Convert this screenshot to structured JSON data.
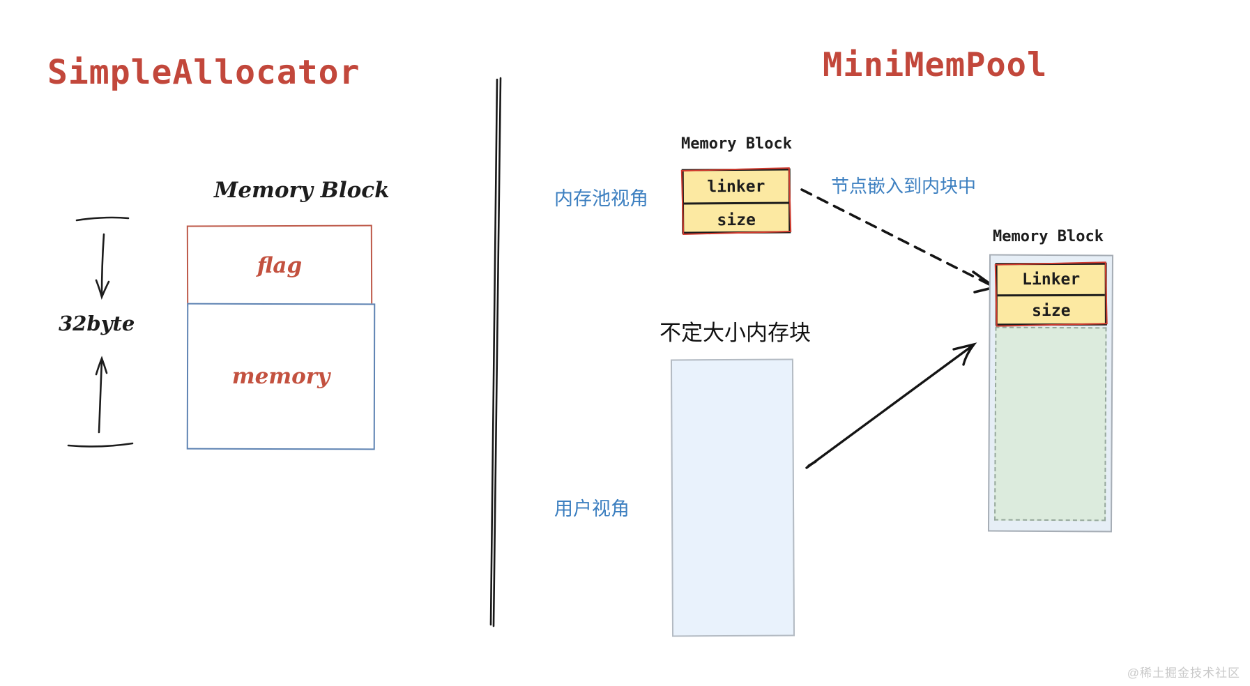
{
  "left": {
    "title": "SimpleAllocator",
    "block_label": "Memory Block",
    "size_label": "32byte",
    "flag_label": "flag",
    "memory_label": "memory"
  },
  "right": {
    "title": "MiniMemPool",
    "pool_view_label": "内存池视角",
    "embed_note": "节点嵌入到内块中",
    "top_block": {
      "title": "Memory Block",
      "rows": [
        "linker",
        "size"
      ]
    },
    "user_block_label": "不定大小内存块",
    "user_view_label": "用户视角",
    "right_block": {
      "title": "Memory Block",
      "rows": [
        "Linker",
        "size"
      ]
    }
  },
  "watermark": "@稀土掘金技术社区",
  "colors": {
    "title_red": "#c2473b",
    "sketch_red_border": "#bd5848",
    "sketch_blue_border": "#5d82b2",
    "label_blue": "#3c7fc0",
    "node_yellow": "#fce9a2",
    "node_red_accent": "#cf3a2e",
    "free_area_green": "#dcebdd",
    "user_block_blue": "#e9f2fc",
    "ink_black": "#1c1c1c"
  }
}
